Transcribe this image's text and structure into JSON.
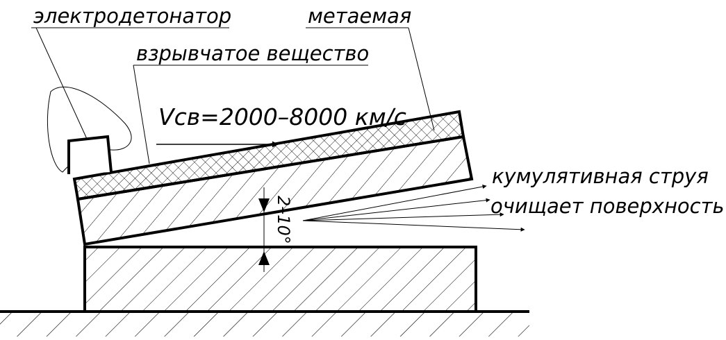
{
  "diagram": {
    "labels": {
      "detonator": "электродетонатор",
      "flyer": "метаемая",
      "explosive": "взрывчатое вещество",
      "velocity": "Vсв=2000–8000 км/с",
      "jet": "кумулятивная струя",
      "cleans": "очищает поверхность",
      "angle": "2–10°"
    },
    "colors": {
      "ink": "#000000",
      "background": "#ffffff"
    }
  }
}
